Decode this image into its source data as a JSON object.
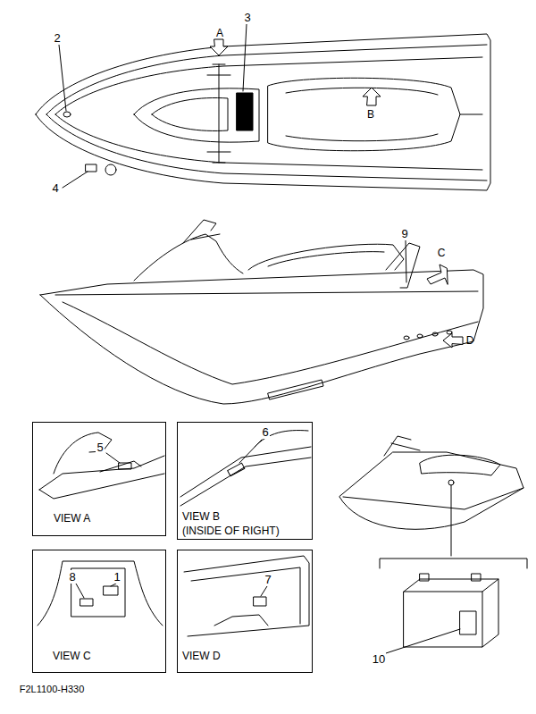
{
  "diagram": {
    "nodes": [
      {
        "text": [
          "VIEW A"
        ]
      },
      {
        "text": [
          "VIEW B",
          "(INSIDE OF RIGHT)"
        ]
      },
      {
        "text": [
          "VIEW C"
        ]
      },
      {
        "text": [
          "VIEW D"
        ]
      }
    ],
    "labels": [
      "3",
      "A",
      "2",
      "B",
      "4",
      "9",
      "C",
      "D",
      "6",
      "5",
      "1",
      "8",
      "7",
      "10",
      "F2L1100-H330"
    ]
  }
}
